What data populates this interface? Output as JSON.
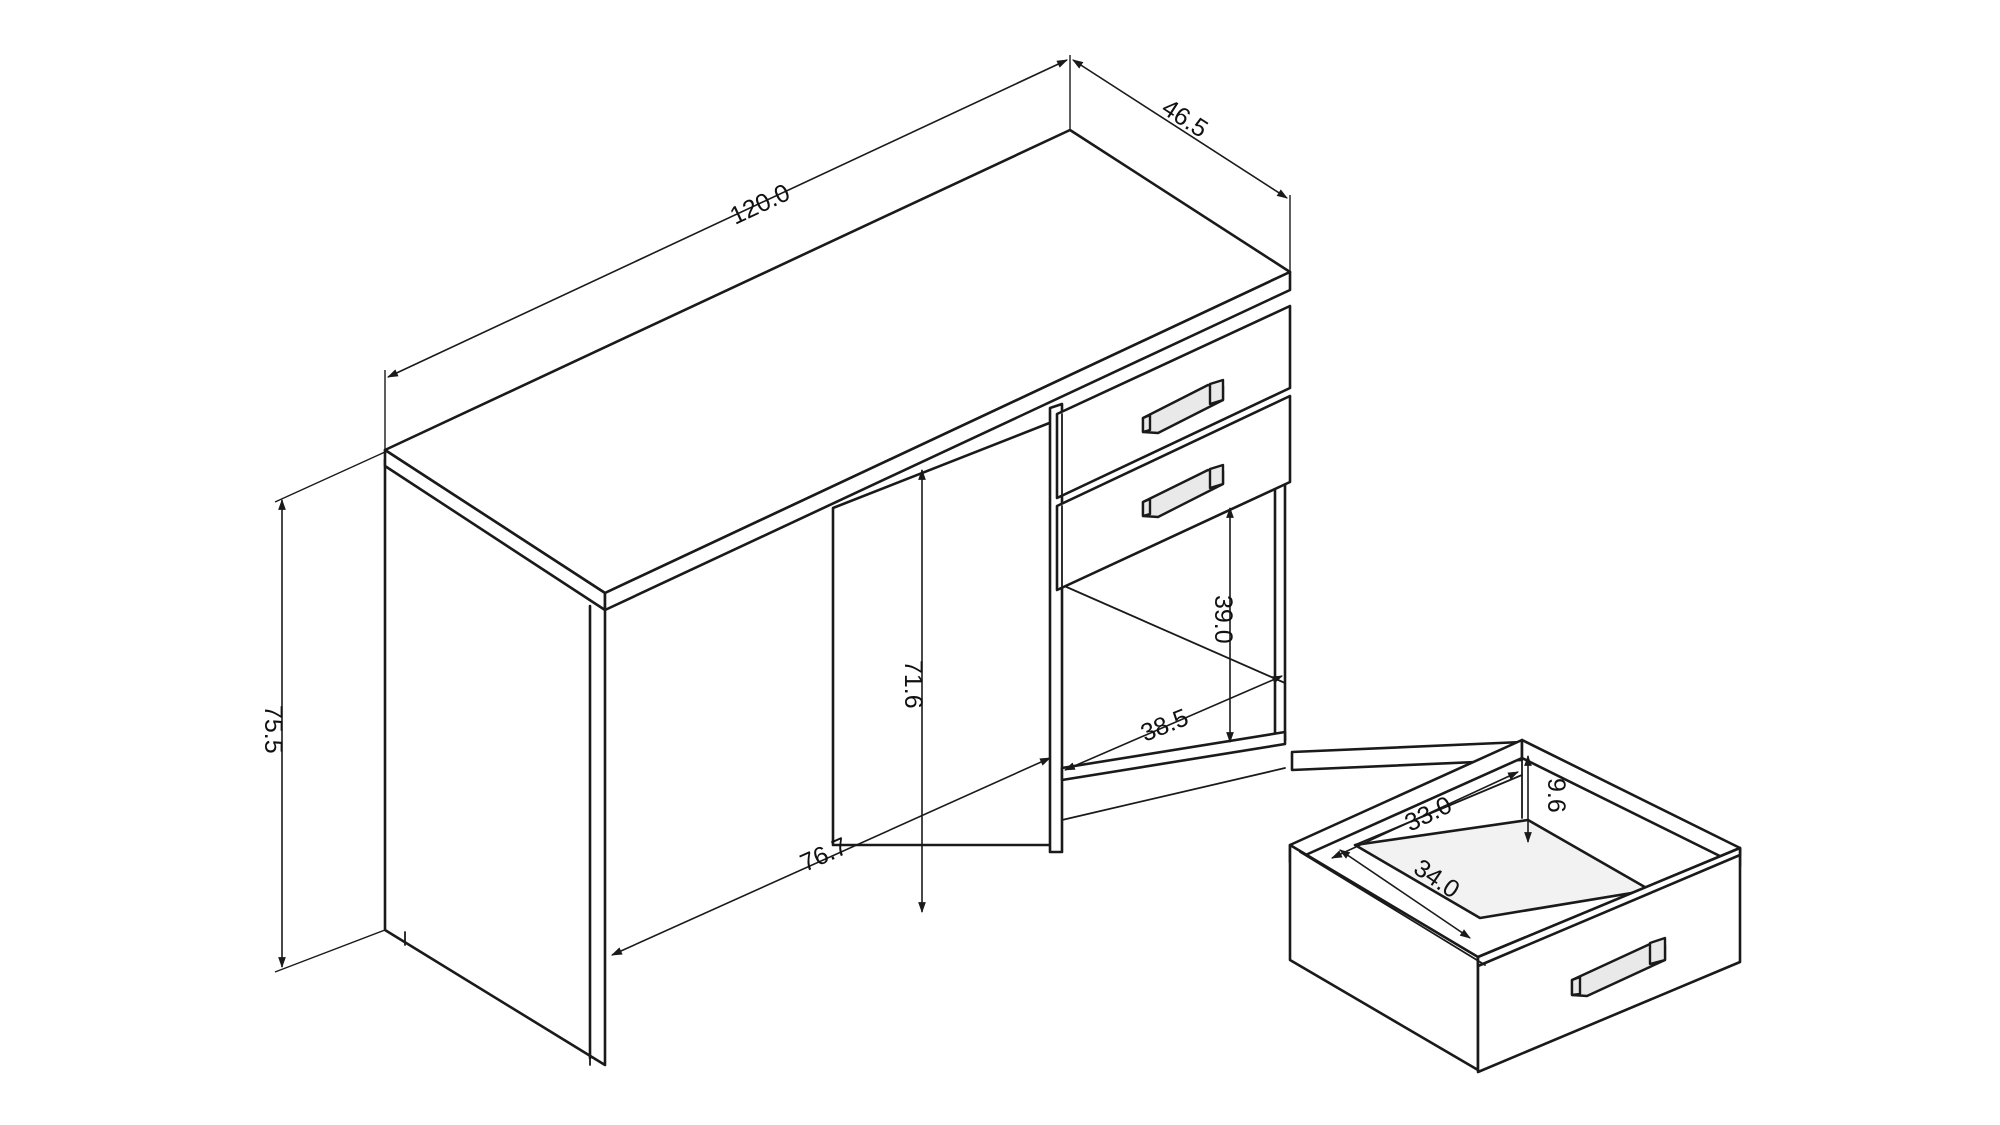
{
  "dimensions": {
    "width": "120.0",
    "depth": "46.5",
    "height": "75.5",
    "leg_clearance_height": "71.6",
    "leg_clearance_width": "76.7",
    "open_shelf_height": "39.0",
    "open_shelf_width": "38.5",
    "drawer_inner_width": "33.0",
    "drawer_inner_depth": "34.0",
    "drawer_inner_height": "9.6"
  },
  "colors": {
    "line": "#1a1a1a",
    "background": "#ffffff"
  }
}
